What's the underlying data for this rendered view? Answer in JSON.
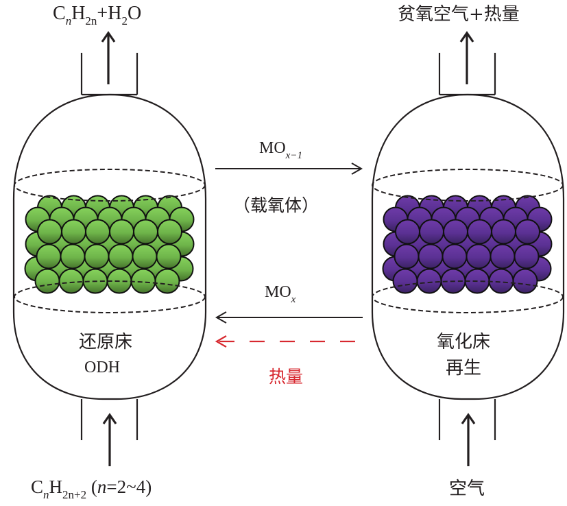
{
  "diagram": {
    "type": "chemical-looping-process",
    "left_vessel": {
      "name_cn": "还原床",
      "name_en": "ODH",
      "particle_color_top": "#84cf5a",
      "particle_color_bottom": "#4a7a2e",
      "outlet": {
        "parts": [
          "C",
          "n",
          "H",
          "2n",
          "+H",
          "2",
          "O"
        ]
      },
      "inlet": {
        "parts": [
          "C",
          "n",
          "H",
          "2n+2",
          " (",
          "n",
          "=2~4)"
        ]
      }
    },
    "right_vessel": {
      "name_cn": "氧化床",
      "name_en_cn": "再生",
      "particle_color_top": "#6d3aa6",
      "particle_color_bottom": "#3e2468",
      "outlet_label": "贫氧空气+热量",
      "inlet_label": "空气"
    },
    "flows": {
      "to_right": {
        "main": "MO",
        "sub": "x−1",
        "note": "（载氧体）"
      },
      "to_left": {
        "main": "MO",
        "sub": "x"
      },
      "heat": {
        "label": "热量",
        "color": "#d7282f"
      }
    }
  }
}
